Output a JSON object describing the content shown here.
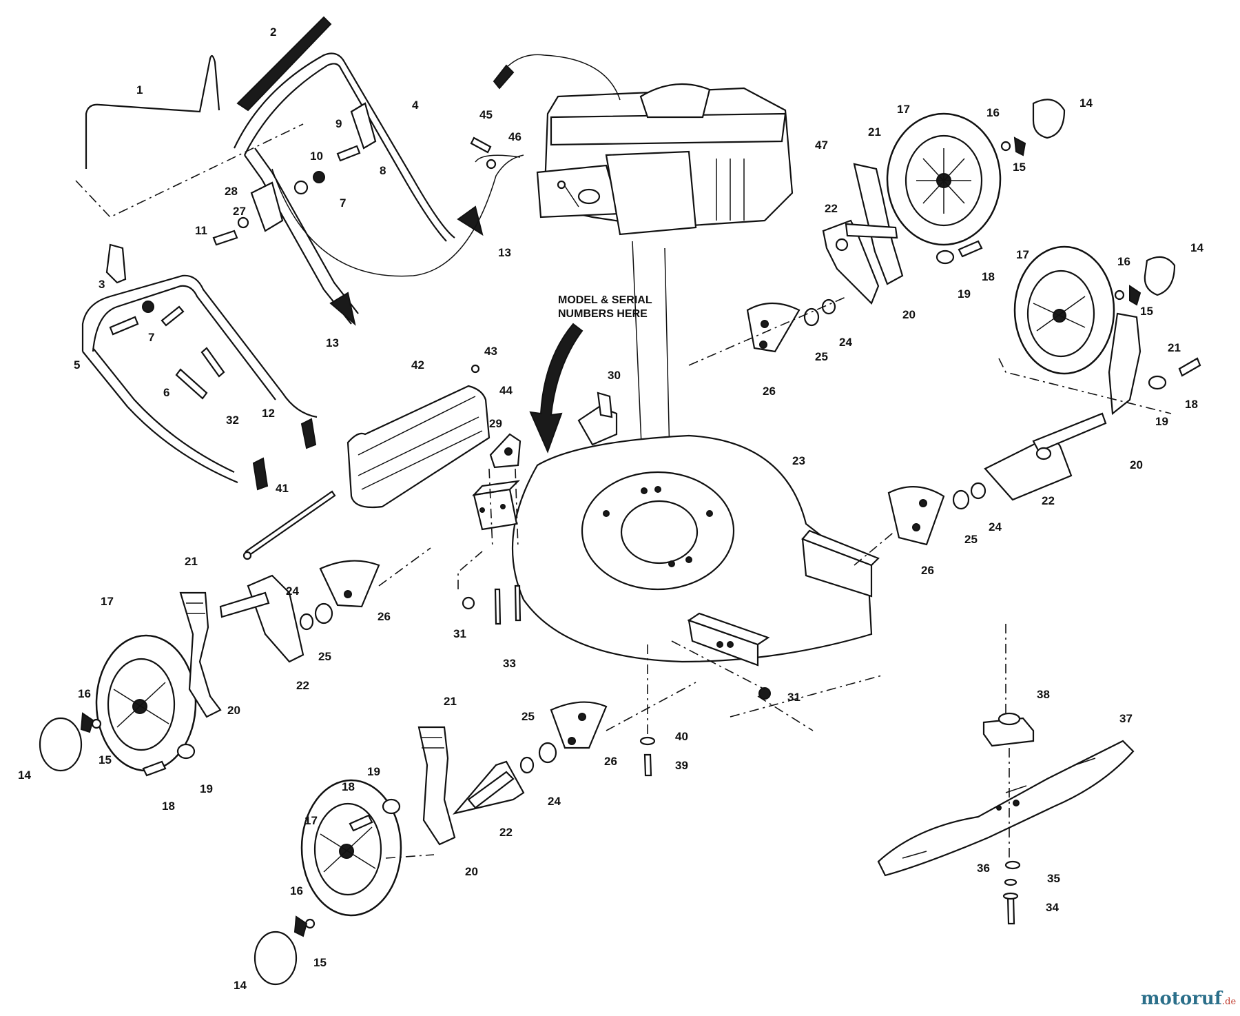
{
  "diagram": {
    "note_lines": [
      "MODEL & SERIAL",
      "NUMBERS HERE"
    ],
    "watermark": {
      "main": "motoruf",
      "suffix": ".de",
      "main_color": "#2b6f8a",
      "suffix_color": "#c0392b"
    },
    "callouts": [
      {
        "id": "c1",
        "text": "1"
      },
      {
        "id": "c2",
        "text": "2"
      },
      {
        "id": "c3",
        "text": "3"
      },
      {
        "id": "c4",
        "text": "4"
      },
      {
        "id": "c5",
        "text": "5"
      },
      {
        "id": "c6",
        "text": "6"
      },
      {
        "id": "c7a",
        "text": "7"
      },
      {
        "id": "c7b",
        "text": "7"
      },
      {
        "id": "c8",
        "text": "8"
      },
      {
        "id": "c9",
        "text": "9"
      },
      {
        "id": "c10",
        "text": "10"
      },
      {
        "id": "c11",
        "text": "11"
      },
      {
        "id": "c12",
        "text": "12"
      },
      {
        "id": "c13a",
        "text": "13"
      },
      {
        "id": "c13b",
        "text": "13"
      },
      {
        "id": "c27",
        "text": "27"
      },
      {
        "id": "c28",
        "text": "28"
      },
      {
        "id": "c32",
        "text": "32"
      },
      {
        "id": "c41",
        "text": "41"
      },
      {
        "id": "c42",
        "text": "42"
      },
      {
        "id": "c43",
        "text": "43"
      },
      {
        "id": "c44",
        "text": "44"
      },
      {
        "id": "c29",
        "text": "29"
      },
      {
        "id": "c30",
        "text": "30"
      },
      {
        "id": "c45",
        "text": "45"
      },
      {
        "id": "c46",
        "text": "46"
      },
      {
        "id": "c47",
        "text": "47"
      },
      {
        "id": "c23",
        "text": "23"
      },
      {
        "id": "c31a",
        "text": "31"
      },
      {
        "id": "c31b",
        "text": "31"
      },
      {
        "id": "c33",
        "text": "33"
      },
      {
        "id": "c38",
        "text": "38"
      },
      {
        "id": "c37",
        "text": "37"
      },
      {
        "id": "c40",
        "text": "40"
      },
      {
        "id": "c39",
        "text": "39"
      },
      {
        "id": "c36",
        "text": "36"
      },
      {
        "id": "c35",
        "text": "35"
      },
      {
        "id": "c34",
        "text": "34"
      },
      {
        "id": "rt17",
        "text": "17"
      },
      {
        "id": "rt16",
        "text": "16"
      },
      {
        "id": "rt14",
        "text": "14"
      },
      {
        "id": "rt15",
        "text": "15"
      },
      {
        "id": "rt21",
        "text": "21"
      },
      {
        "id": "rt22",
        "text": "22"
      },
      {
        "id": "rt18",
        "text": "18"
      },
      {
        "id": "rt19",
        "text": "19"
      },
      {
        "id": "rt20",
        "text": "20"
      },
      {
        "id": "rt25",
        "text": "25"
      },
      {
        "id": "rt24",
        "text": "24"
      },
      {
        "id": "rt26",
        "text": "26"
      },
      {
        "id": "rm17",
        "text": "17"
      },
      {
        "id": "rm16",
        "text": "16"
      },
      {
        "id": "rm14",
        "text": "14"
      },
      {
        "id": "rm15",
        "text": "15"
      },
      {
        "id": "rm21",
        "text": "21"
      },
      {
        "id": "rm18",
        "text": "18"
      },
      {
        "id": "rm19",
        "text": "19"
      },
      {
        "id": "rm20",
        "text": "20"
      },
      {
        "id": "rm22",
        "text": "22"
      },
      {
        "id": "rm25",
        "text": "25"
      },
      {
        "id": "rm24",
        "text": "24"
      },
      {
        "id": "rm26",
        "text": "26"
      },
      {
        "id": "lm21",
        "text": "21"
      },
      {
        "id": "lm24",
        "text": "24"
      },
      {
        "id": "lm26",
        "text": "26"
      },
      {
        "id": "lm25",
        "text": "25"
      },
      {
        "id": "lm22",
        "text": "22"
      },
      {
        "id": "lm17",
        "text": "17"
      },
      {
        "id": "lm16",
        "text": "16"
      },
      {
        "id": "lm15",
        "text": "15"
      },
      {
        "id": "lm14",
        "text": "14"
      },
      {
        "id": "lm20",
        "text": "20"
      },
      {
        "id": "lm18",
        "text": "18"
      },
      {
        "id": "lm19",
        "text": "19"
      },
      {
        "id": "lb21",
        "text": "21"
      },
      {
        "id": "lb19",
        "text": "19"
      },
      {
        "id": "lb18",
        "text": "18"
      },
      {
        "id": "lb17",
        "text": "17"
      },
      {
        "id": "lb16",
        "text": "16"
      },
      {
        "id": "lb15",
        "text": "15"
      },
      {
        "id": "lb14",
        "text": "14"
      },
      {
        "id": "lb20",
        "text": "20"
      },
      {
        "id": "lb22",
        "text": "22"
      },
      {
        "id": "lb24",
        "text": "24"
      },
      {
        "id": "lb25",
        "text": "25"
      },
      {
        "id": "lb26",
        "text": "26"
      }
    ]
  }
}
